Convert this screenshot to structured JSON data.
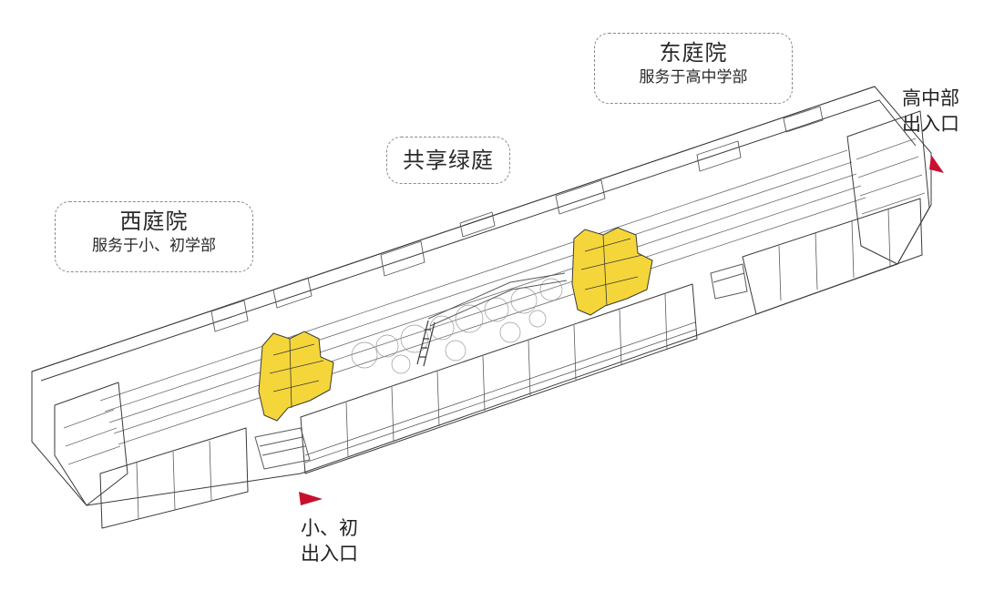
{
  "callouts": {
    "east": {
      "title": "东庭院",
      "subtitle": "服务于高中学部"
    },
    "shared": {
      "title": "共享绿庭"
    },
    "west": {
      "title": "西庭院",
      "subtitle": "服务于小、初学部"
    }
  },
  "entrances": {
    "high_school": {
      "line1": "高中部",
      "line2": "出入口"
    },
    "primary_middle": {
      "line1": "小、初",
      "line2": "出入口"
    }
  },
  "colors": {
    "core_highlight": "#F5D63A",
    "entrance_marker": "#C8102E",
    "linework": "#3a3a3a"
  }
}
